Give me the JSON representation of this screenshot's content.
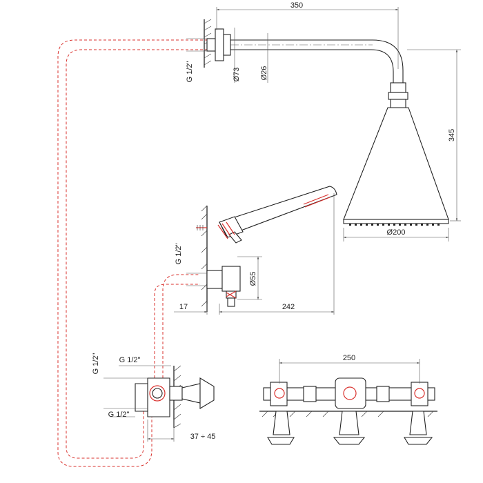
{
  "labels": {
    "arm_length": "350",
    "flange_dia": "Ø73",
    "arm_dia": "Ø26",
    "arm_thread": "G 1/2\"",
    "head_height": "345",
    "head_dia": "Ø200",
    "elbow_thread": "G 1/2\"",
    "elbow_dia": "Ø55",
    "elbow_wall": "17",
    "handset_reach": "242",
    "mixer_thread_top": "G 1/2\"",
    "mixer_thread_side": "G 1/2\"",
    "mixer_thread_bottom": "G 1/2\"",
    "mixer_depth": "37 ÷ 45",
    "mixer_width": "250"
  },
  "colors": {
    "line": "#333333",
    "pipe": "#d9302c"
  }
}
